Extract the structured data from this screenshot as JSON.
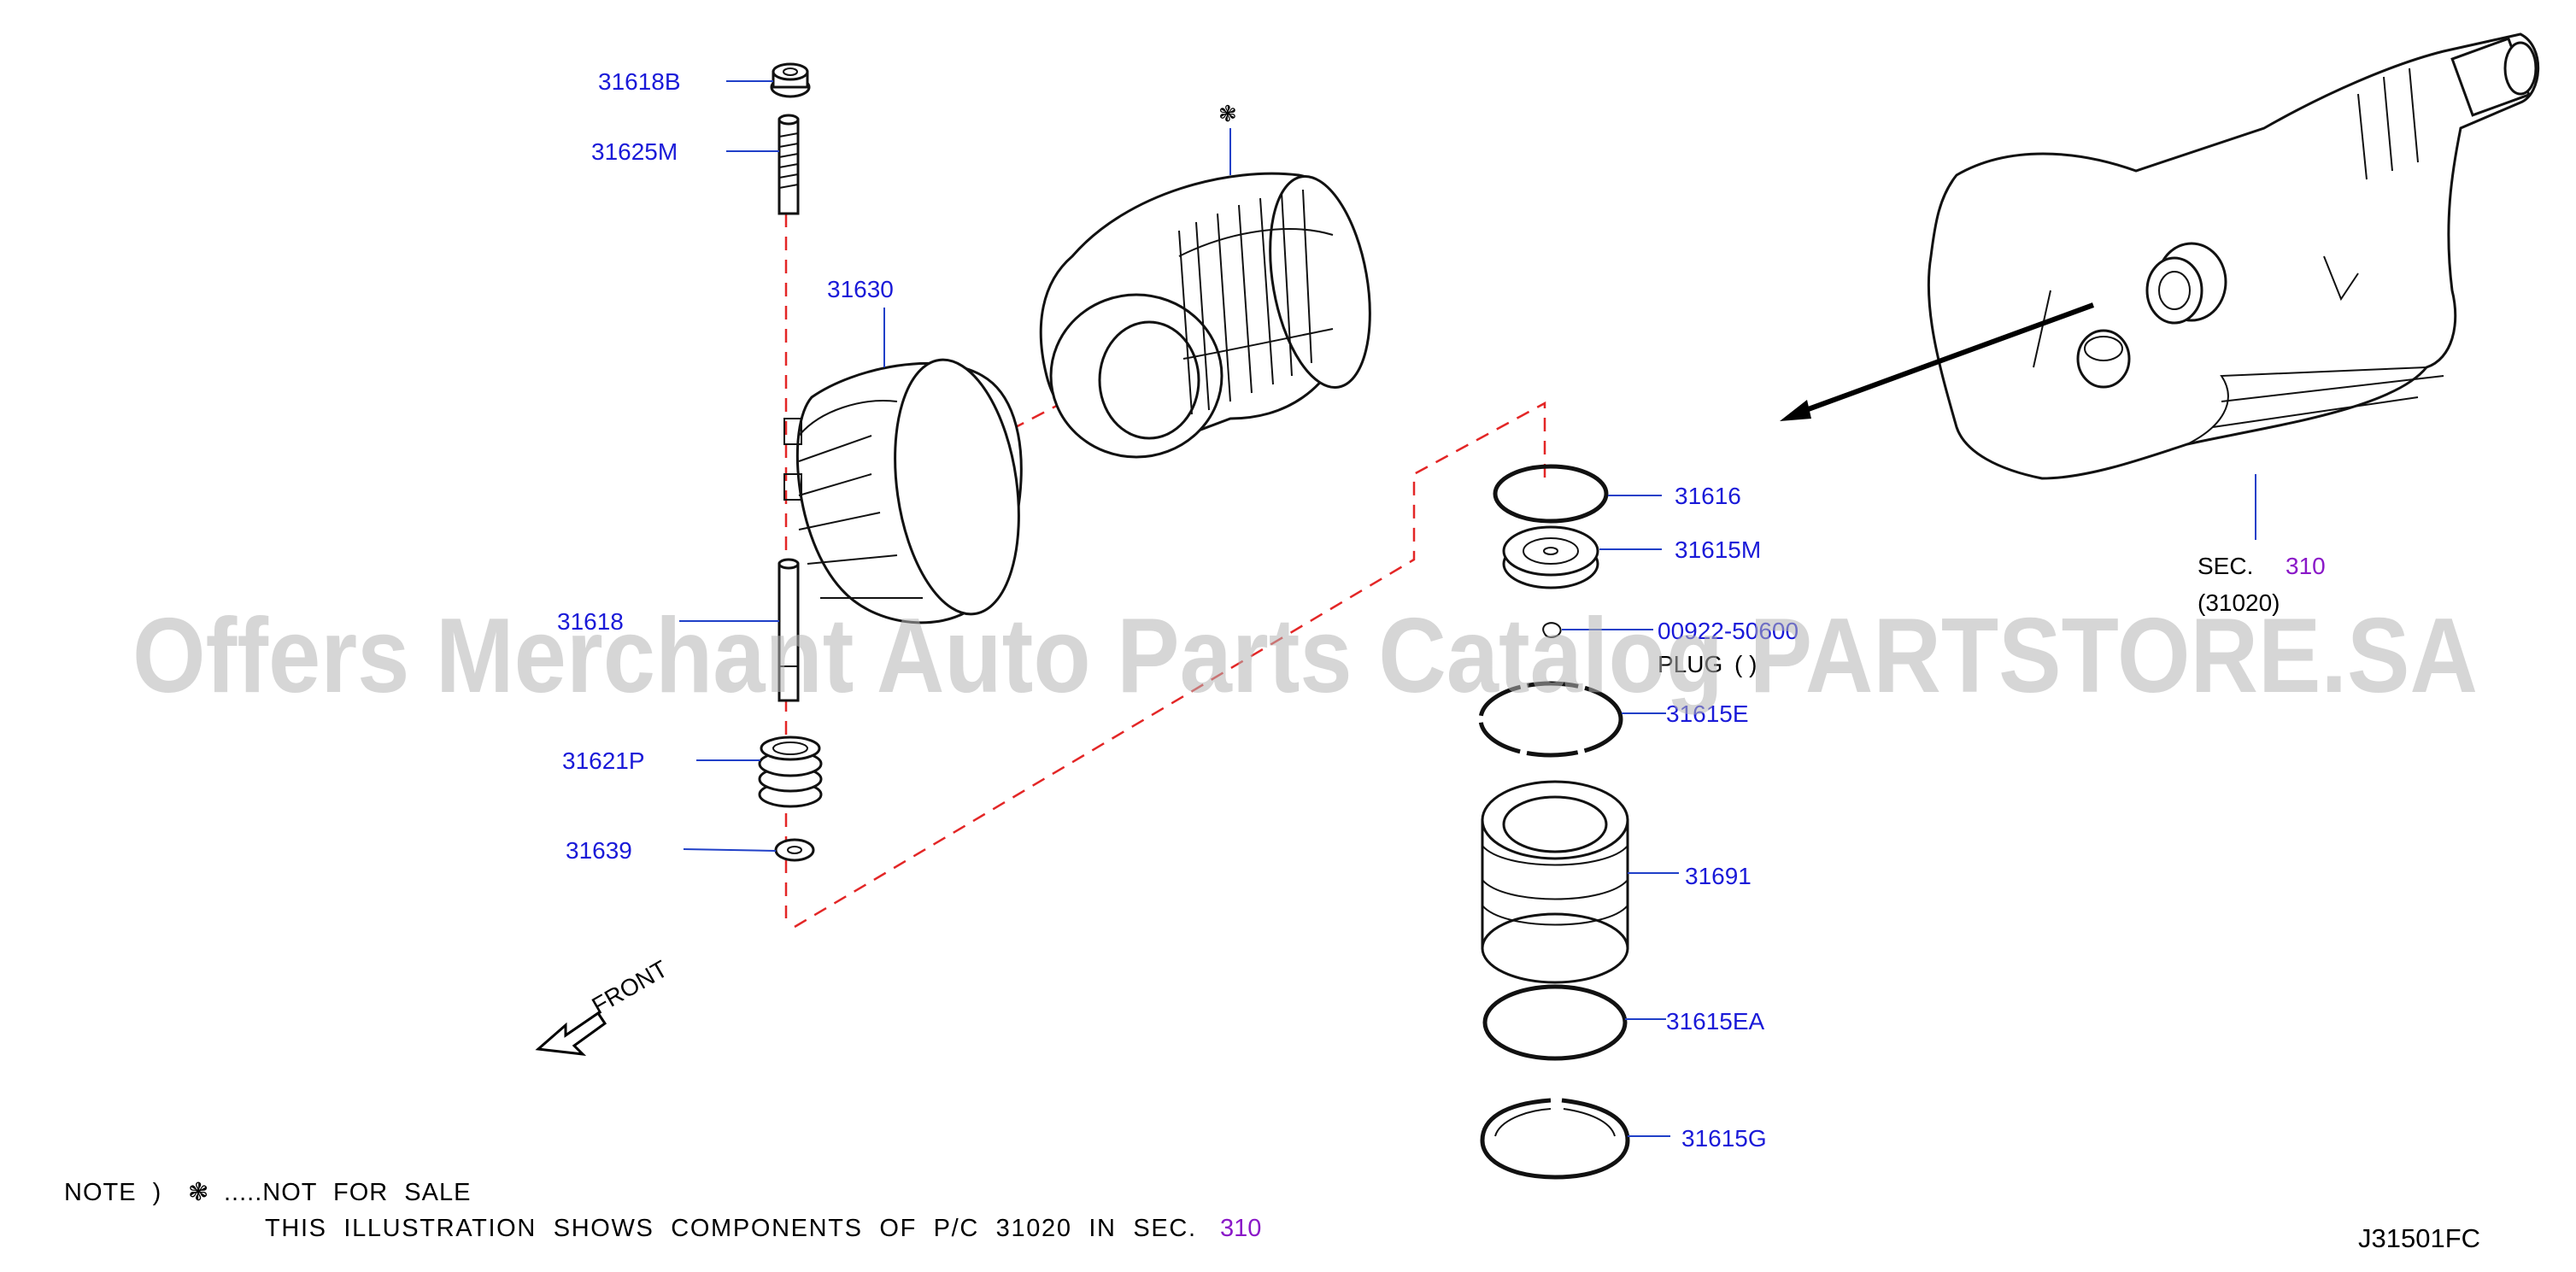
{
  "parts": [
    {
      "id": "p31618B",
      "label": "31618B"
    },
    {
      "id": "p31625M",
      "label": "31625M"
    },
    {
      "id": "p31630",
      "label": "31630"
    },
    {
      "id": "p31618",
      "label": "31618"
    },
    {
      "id": "p31621P",
      "label": "31621P"
    },
    {
      "id": "p31639",
      "label": "31639"
    },
    {
      "id": "p31616",
      "label": "31616"
    },
    {
      "id": "p31615M",
      "label": "31615M"
    },
    {
      "id": "p00922",
      "label": "00922-50600"
    },
    {
      "id": "p31615E",
      "label": "31615E"
    },
    {
      "id": "p31691",
      "label": "31691"
    },
    {
      "id": "p31615EA",
      "label": "31615EA"
    },
    {
      "id": "p31615G",
      "label": "31615G"
    }
  ],
  "plug_label": "PLUG",
  "plug_paren": "(    )",
  "not_for_sale_symbol": "❃",
  "section_ref": {
    "prefix": "SEC.",
    "link": "310",
    "pc": "(31020)"
  },
  "front_label": "FRONT",
  "note": {
    "prefix": "NOTE  )",
    "symbol": "❃",
    "line1": ".....NOT  FOR  SALE",
    "line2": "THIS  ILLUSTRATION  SHOWS  COMPONENTS  OF  P/C  31020  IN  SEC.",
    "line2_link": "310"
  },
  "diagram_code": "J31501FC",
  "watermark": "Offers Merchant Auto Parts Catalog PARTSTORE.SA",
  "colors": {
    "label": "#1a1ad8",
    "section_link": "#8a18c8",
    "dashed_path": "#e32626",
    "leader": "#2040c8"
  }
}
